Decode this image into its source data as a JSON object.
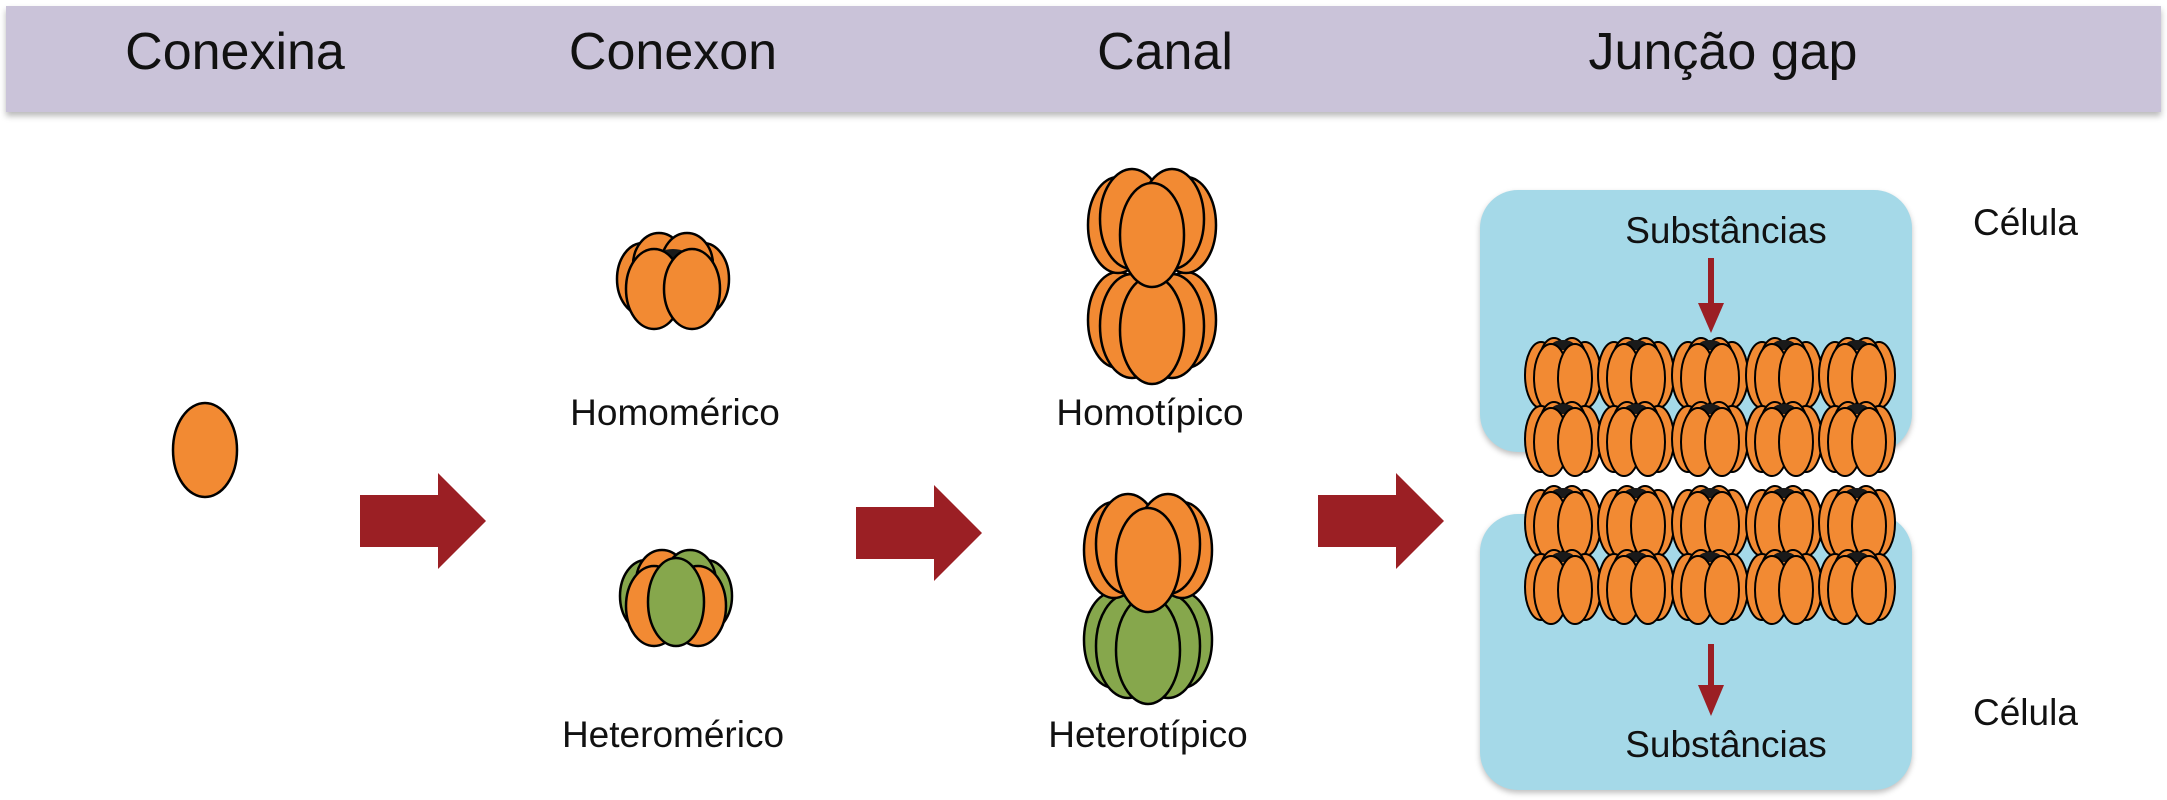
{
  "header": {
    "col1": "Conexina",
    "col2": "Conexon",
    "col3": "Canal",
    "col4": "Junção gap"
  },
  "labels": {
    "homomeric": "Homomérico",
    "heteromeric": "Heteromérico",
    "homotypic": "Homotípico",
    "heterotypic": "Heterotípico",
    "substances_top": "Substâncias",
    "substances_bottom": "Substâncias",
    "cell_top": "Célula",
    "cell_bottom": "Célula"
  },
  "colors": {
    "header_bg": "#cac3d9",
    "connexin_orange": "#f28a33",
    "connexin_green": "#86a74c",
    "arrow_red": "#9b1f24",
    "cell_blue": "#a5d9e8"
  }
}
